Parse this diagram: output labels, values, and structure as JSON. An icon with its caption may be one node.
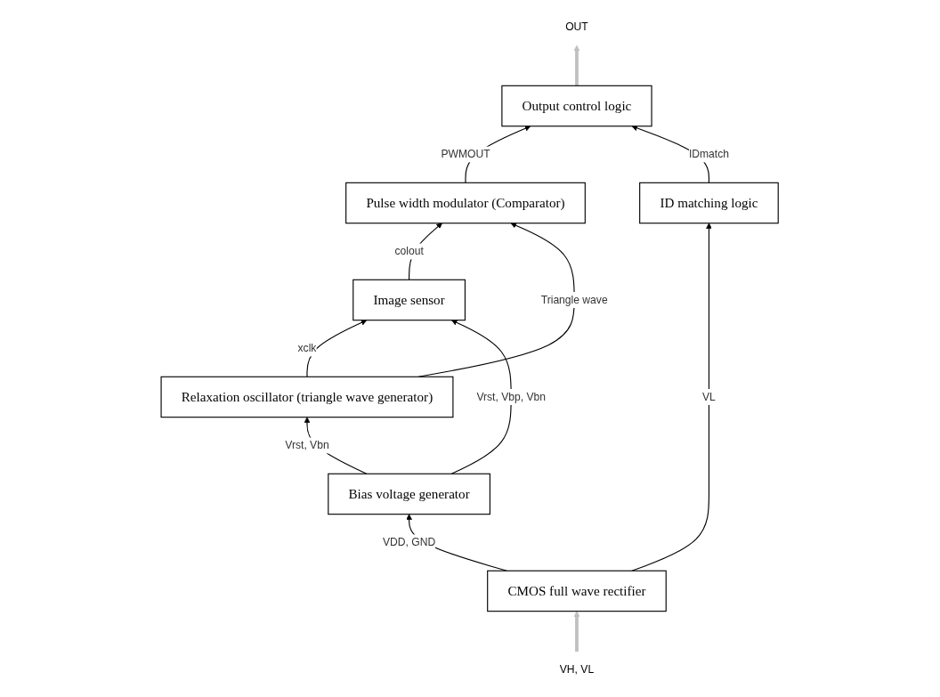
{
  "diagram": {
    "nodes": [
      {
        "text": [
          "Output control logic"
        ]
      },
      {
        "text": [
          "Pulse width modulator (Comparator)"
        ]
      },
      {
        "text": [
          "Image sensor"
        ]
      },
      {
        "text": [
          "Relaxation oscillator (triangle wave generator)"
        ]
      },
      {
        "text": [
          "Bias voltage generator"
        ]
      },
      {
        "text": [
          "ID matching logic"
        ]
      },
      {
        "text": [
          "CMOS full wave rectifier"
        ]
      },
      {
        "text": [
          "OUT"
        ]
      },
      {
        "text": [
          "VH, VL"
        ]
      }
    ],
    "edges": [
      {
        "from": 1,
        "to": 0,
        "arrow": "to",
        "label": "PWMOUT"
      },
      {
        "from": 2,
        "to": 1,
        "arrow": "to",
        "label": "colout"
      },
      {
        "from": 3,
        "to": 1,
        "arrow": "to",
        "label": "Triangle wave"
      },
      {
        "from": 3,
        "to": 2,
        "arrow": "to",
        "label": "xclk"
      },
      {
        "from": 4,
        "to": 2,
        "arrow": "to",
        "label": "Vrst, Vbp, Vbn"
      },
      {
        "from": 4,
        "to": 3,
        "arrow": "to",
        "label": "Vrst, Vbn"
      },
      {
        "from": 6,
        "to": 4,
        "arrow": "to",
        "label": "VDD, GND"
      },
      {
        "from": 6,
        "to": 5,
        "arrow": "to",
        "label": "VL"
      },
      {
        "from": 5,
        "to": 0,
        "arrow": "to",
        "label": "IDmatch"
      },
      {
        "from": 0,
        "to": 7,
        "arrow": "to",
        "style": "thick",
        "color": "#c0c0c0"
      },
      {
        "from": 8,
        "to": 6,
        "arrow": "to",
        "style": "thick",
        "color": "#c0c0c0"
      }
    ]
  }
}
